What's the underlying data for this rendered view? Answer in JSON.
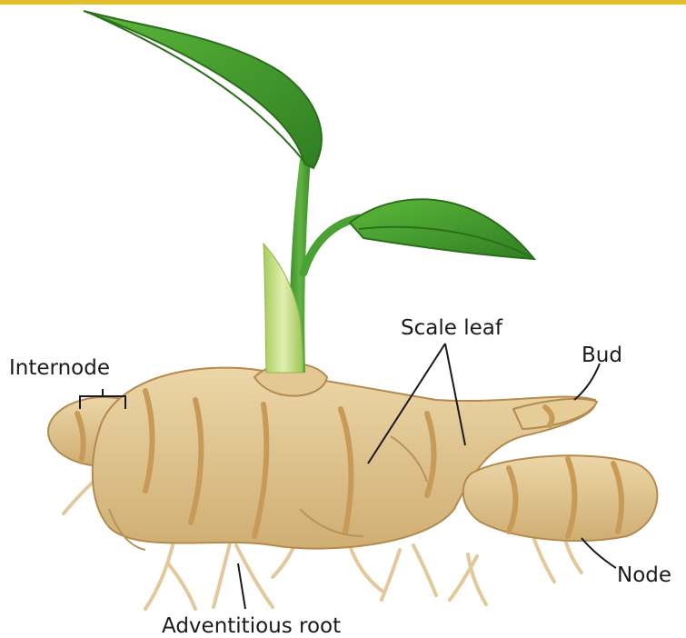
{
  "diagram": {
    "labels": {
      "internode": "Internode",
      "scale_leaf": "Scale leaf",
      "bud": "Bud",
      "node": "Node",
      "adventitious_root": "Adventitious root"
    },
    "colors": {
      "top_bar": "#e3c02a",
      "leaf_green": "#3f9a2a",
      "stem_green": "#4aa234",
      "sheath_light": "#c8e08a",
      "rhizome_tan": "#dcc08c",
      "rhizome_band": "#c79a58",
      "root": "#e2c89a",
      "pointer": "#1a1a1a"
    }
  }
}
